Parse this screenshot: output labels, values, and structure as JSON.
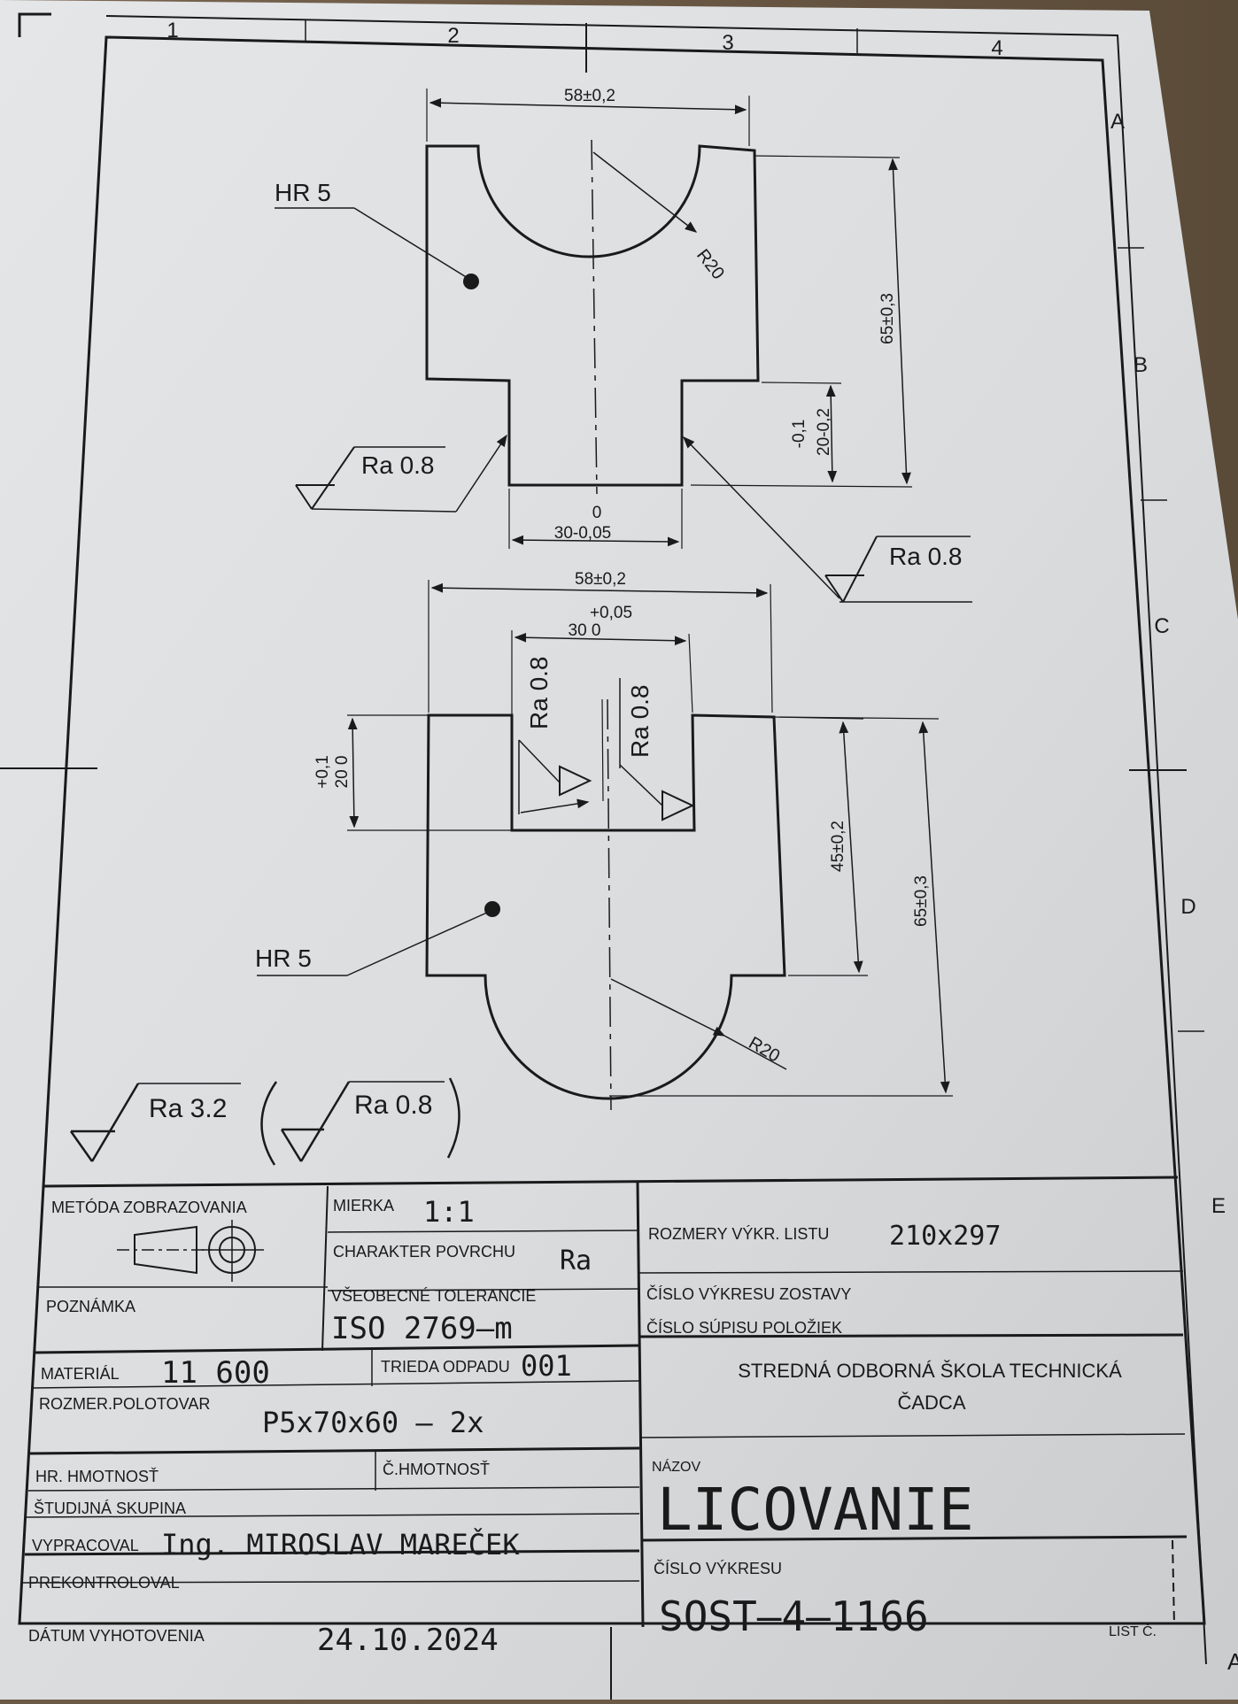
{
  "grid": {
    "columns": [
      "1",
      "2",
      "3",
      "4"
    ],
    "rows": [
      "A",
      "B",
      "C",
      "D",
      "E"
    ],
    "format": "A4"
  },
  "part_top": {
    "width_dim": "58±0,2",
    "height_dim": "65±0,3",
    "radius": "R20",
    "hardness": "HR 5",
    "tenon_tol_upper": "-0,1",
    "tenon_height": "20-0,2",
    "tenon_tol_zero": "0",
    "tenon_width": "30-0,05",
    "roughness_left": "Ra 0.8",
    "roughness_right": "Ra 0.8"
  },
  "part_bottom": {
    "width_dim": "58±0,2",
    "slot_tol_upper": "+0,05",
    "slot_width": "30 0",
    "slot_depth_tol": "+0,1",
    "slot_depth": "20 0",
    "inner_height": "45±0,2",
    "height_dim": "65±0,3",
    "radius": "R20",
    "hardness": "HR 5",
    "roughness_slot_left": "Ra 0.8",
    "roughness_slot_right": "Ra 0.8"
  },
  "general_roughness": {
    "main": "Ra 3.2",
    "bracket": "Ra 0.8"
  },
  "title_block": {
    "projection_method_label": "METÓDA ZOBRAZOVANIA",
    "scale_label": "MIERKA",
    "scale_value": "1:1",
    "surface_label": "CHARAKTER POVRCHU",
    "surface_value": "Ra",
    "sheet_size_label": "ROZMERY VÝKR. LISTU",
    "sheet_size_value": "210x297",
    "note_label": "POZNÁMKA",
    "tolerance_label": "VŠEOBECNÉ TOLERANCIE",
    "tolerance_value": "ISO  2769–m",
    "assembly_no_label": "ČÍSLO VÝKRESU ZOSTAVY",
    "parts_list_label": "ČÍSLO SÚPISU POLOŽIEK",
    "material_label": "MATERIÁL",
    "material_value": "11  600",
    "waste_class_label": "TRIEDA ODPADU",
    "waste_class_value": "001",
    "blank_size_label": "ROZMER.POLOTOVAR",
    "blank_size_value": "P5x70x60  –  2x",
    "school_line1": "STREDNÁ ODBORNÁ ŠKOLA TECHNICKÁ",
    "school_line2": "ČADCA",
    "gross_weight_label": "HR. HMOTNOSŤ",
    "net_weight_label": "Č.HMOTNOSŤ",
    "name_label": "NÁZOV",
    "name_value": "LICOVANIE",
    "study_group_label": "ŠTUDIJNÁ SKUPINA",
    "drawn_by_label": "VYPRACOVAL",
    "drawn_by_value": "Ing.  MIROSLAV  MAREČEK",
    "checked_by_label": "PREKONTROLOVAL",
    "drawing_no_label": "ČÍSLO VÝKRESU",
    "drawing_no_value": "SOST–4–1166",
    "date_label": "DÁTUM VYHOTOVENIA",
    "date_value": "24.10.2024",
    "sheet_no_label": "LIST Č."
  }
}
